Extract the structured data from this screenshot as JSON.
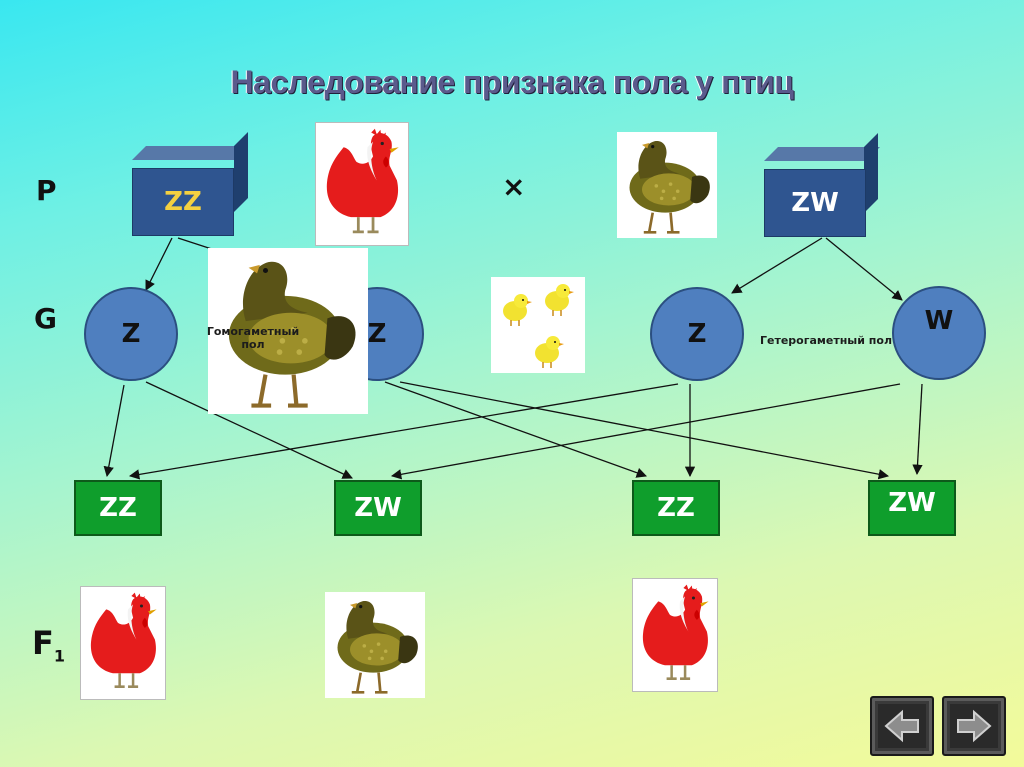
{
  "title": "Наследование признака пола у птиц",
  "rows": {
    "p": "P",
    "g": "G",
    "f1_main": "F",
    "f1_sub": "1"
  },
  "cross_symbol": "×",
  "parents": {
    "male": "ZZ",
    "female": "ZW"
  },
  "gametes": {
    "male_1": "Z",
    "male_2": "Z",
    "female_1": "Z",
    "female_2": "W"
  },
  "notes": {
    "homogametic": "Гомогаметный пол",
    "heterogametic": "Гетерогаметный пол"
  },
  "offspring": [
    "ZZ",
    "ZW",
    "ZZ",
    "ZW"
  ],
  "icons": {
    "rooster": "rooster-image",
    "hen": "hen-image",
    "chicks": "chicks-image",
    "prev": "arrow-left-icon",
    "next": "arrow-right-icon"
  },
  "colors": {
    "parent_box": "#2f5590",
    "gamete_circle": "#4f7fbf",
    "offspring_box": "#0f9e2c",
    "rooster": "#e51c1c",
    "hen": "#7a6a1c"
  }
}
